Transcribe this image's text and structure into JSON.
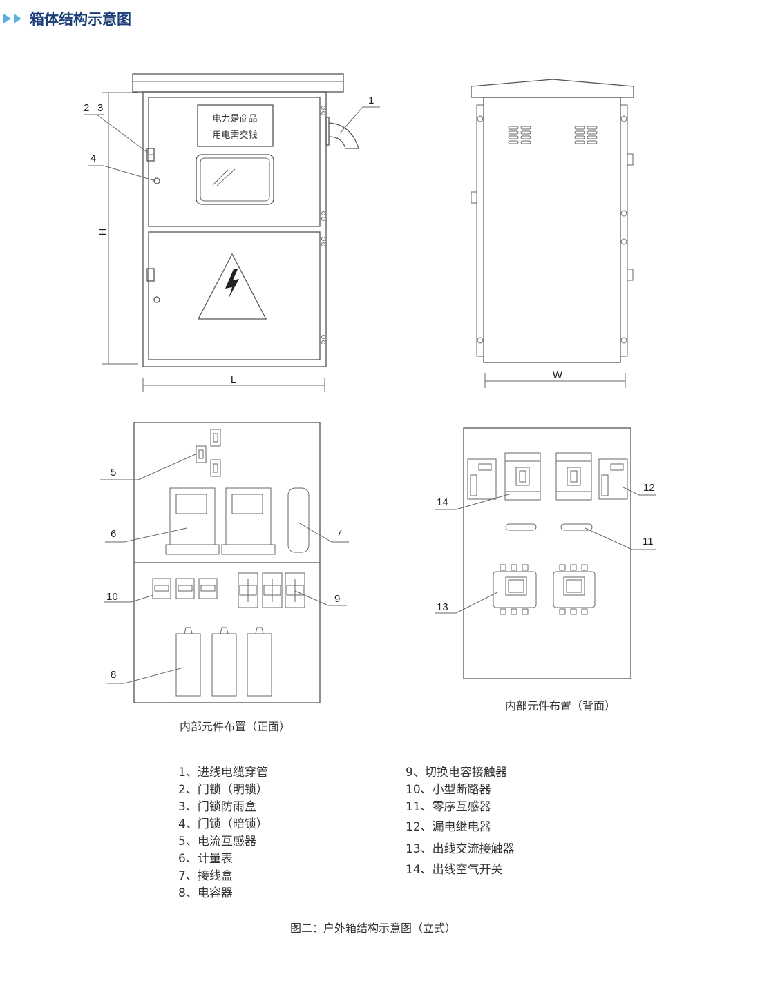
{
  "header": {
    "title": "箱体结构示意图",
    "accent": "#5aaee0",
    "title_color": "#1b3d78"
  },
  "front_view": {
    "sign_line1": "电力是商品",
    "sign_line2": "用电需交钱",
    "callouts": [
      "1",
      "2",
      "3",
      "4"
    ],
    "dim_height": "H",
    "dim_length": "L"
  },
  "back_view": {
    "dim_width": "W"
  },
  "front_layout": {
    "callouts": [
      "5",
      "6",
      "7",
      "10",
      "9",
      "8"
    ],
    "caption": "内部元件布置（正面）"
  },
  "back_layout": {
    "callouts": [
      "14",
      "12",
      "11",
      "13"
    ],
    "caption": "内部元件布置（背面）"
  },
  "legend": {
    "left": [
      "1、进线电缆穿管",
      "2、门锁（明锁）",
      "3、门锁防雨盒",
      "4、门锁（暗锁）",
      "5、电流互感器",
      "6、计量表",
      "7、接线盒",
      "8、电容器"
    ],
    "right": [
      "9、切换电容接触器",
      "10、小型断路器",
      "11、零序互感器",
      "12、漏电继电器",
      "13、出线交流接触器",
      "14、出线空气开关"
    ]
  },
  "footer": {
    "caption": "图二：户外箱结构示意图（立式）"
  }
}
